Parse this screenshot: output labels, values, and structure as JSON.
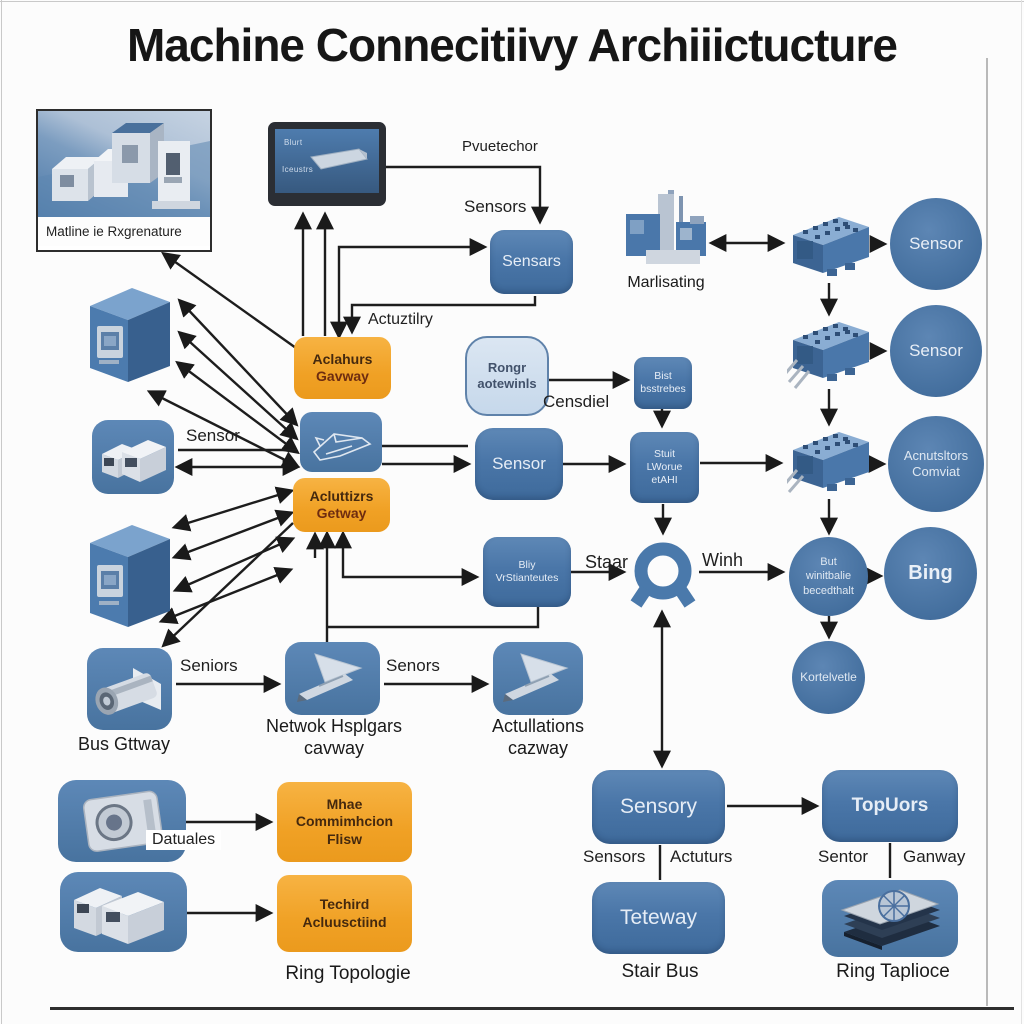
{
  "title": "Machine Connecitiivy Archiiictucture",
  "colors": {
    "accent_blue": "#4a76a8",
    "accent_orange": "#f0a125",
    "light_blue": "#cfdeed",
    "line": "#1d1d1d"
  },
  "photo": {
    "caption": "Matline ie Rxgrenature"
  },
  "monitor": {
    "line1": "Blurt",
    "line2": "Iceustrs"
  },
  "labels": {
    "pvuetechor": "Pvuetechor",
    "sensors_top": "Sensors",
    "marlisating": "Marlisating",
    "actuztury": "Actuztilry",
    "censdiel": "Censdiel",
    "sensor_left": "Sensor",
    "seniors": "Seniors",
    "senors": "Senors",
    "staar": "Staar",
    "winh": "Winh"
  },
  "nodes": {
    "sensars": "Sensars",
    "gavway": [
      "Aclahurs",
      "Gavway"
    ],
    "getway": [
      "Acluttizrs",
      "Getway"
    ],
    "rongr": [
      "Rongr",
      "aotewinls"
    ],
    "bist": [
      "Bist",
      "bsstrebes"
    ],
    "sensor_mid": "Sensor",
    "stuit": [
      "Stuit",
      "LWorue",
      "etAHI"
    ],
    "bliy": [
      "Bliy",
      "VrStianteutes"
    ],
    "sensor_circle1": "Sensor",
    "sensor_circle2": "Sensor",
    "acnutsltors": [
      "Acnutsltors",
      "Comviat"
    ],
    "but": [
      "But",
      "winitbalie",
      "becedthalt"
    ],
    "bing": "Bing",
    "kortelvetle": "Kortelvetle",
    "sensory": "Sensory",
    "teteway": "Teteway",
    "topuors": "TopUors",
    "flow": [
      "Mhae",
      "Commimhcion",
      "Flisw"
    ],
    "tech": [
      "Techird",
      "Acluusctiind"
    ]
  },
  "captions": {
    "bus": "Bus Gttway",
    "network": [
      "Netwok Hsplgars",
      "cavway"
    ],
    "actullations": [
      "Actullations",
      "cazway"
    ],
    "stair_bus": "Stair Bus",
    "ring_taplioce": "Ring Taplioce",
    "ring_topologie": "Ring Topologie",
    "datuales": "Datuales",
    "sensory_left": "Sensors",
    "sensory_right": "Actuturs",
    "topuors_left": "Sentor",
    "topuors_right": "Ganway"
  }
}
